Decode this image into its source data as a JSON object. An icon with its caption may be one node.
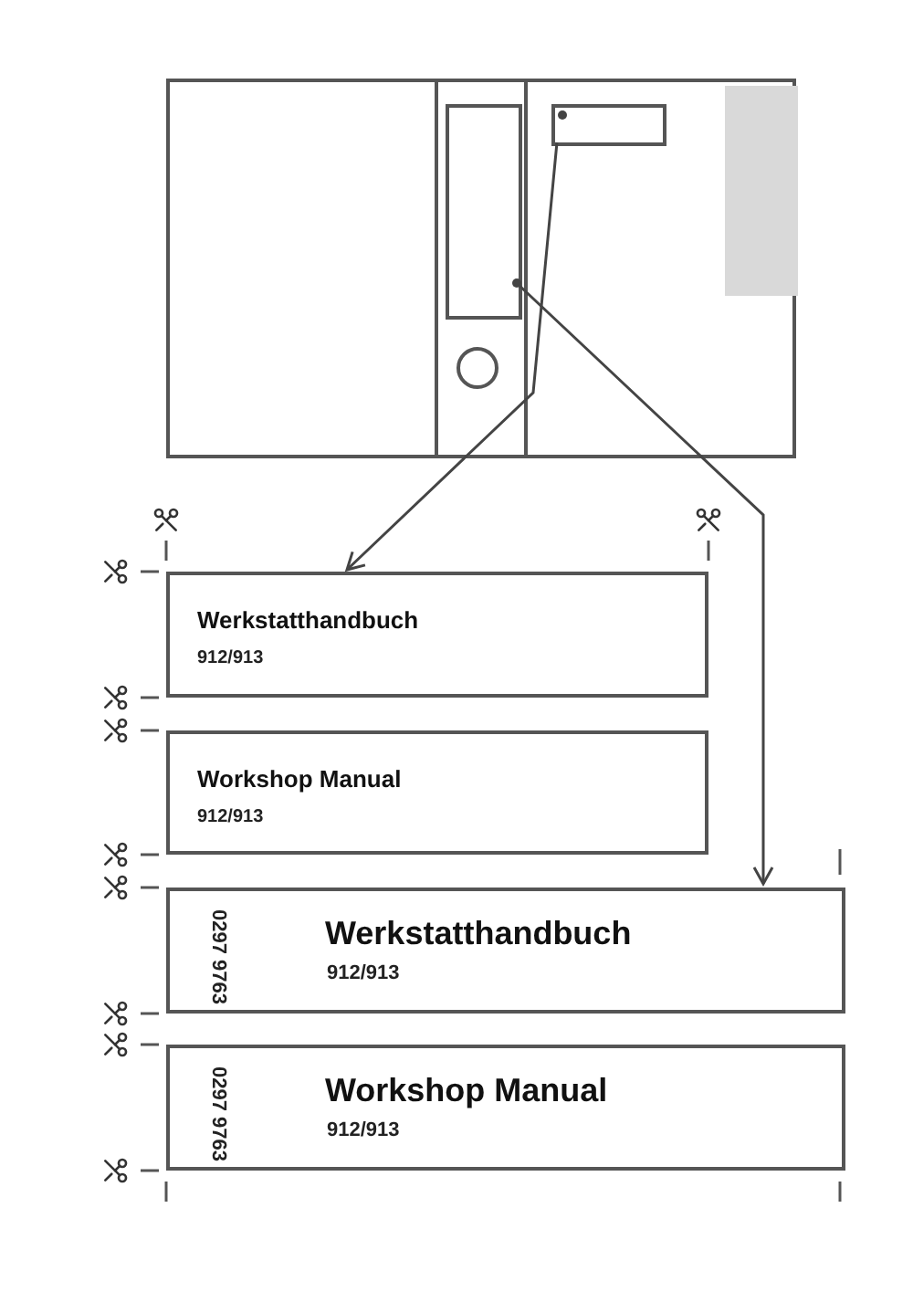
{
  "diagram": {
    "nodes": [
      {
        "text": [],
        "shape": "box"
      },
      {
        "text": [],
        "shape": "box",
        "in": 0
      },
      {
        "text": [],
        "shape": "box",
        "in": 0
      },
      {
        "text": [],
        "shape": "box",
        "in": 0
      },
      {
        "text": [
          "Werkstatthandbuch",
          "912/913"
        ]
      },
      {
        "text": [
          "Workshop Manual",
          "912/913"
        ]
      },
      {
        "text": [
          "0297 9763",
          "Werkstatthandbuch",
          "912/913"
        ]
      },
      {
        "text": [
          "0297 9763",
          "Workshop Manual",
          "912/913"
        ]
      }
    ],
    "edges": [
      {
        "from": 2,
        "to": 4,
        "arrow": "to"
      },
      {
        "from": 1,
        "to": 6,
        "arrow": "to"
      }
    ]
  }
}
